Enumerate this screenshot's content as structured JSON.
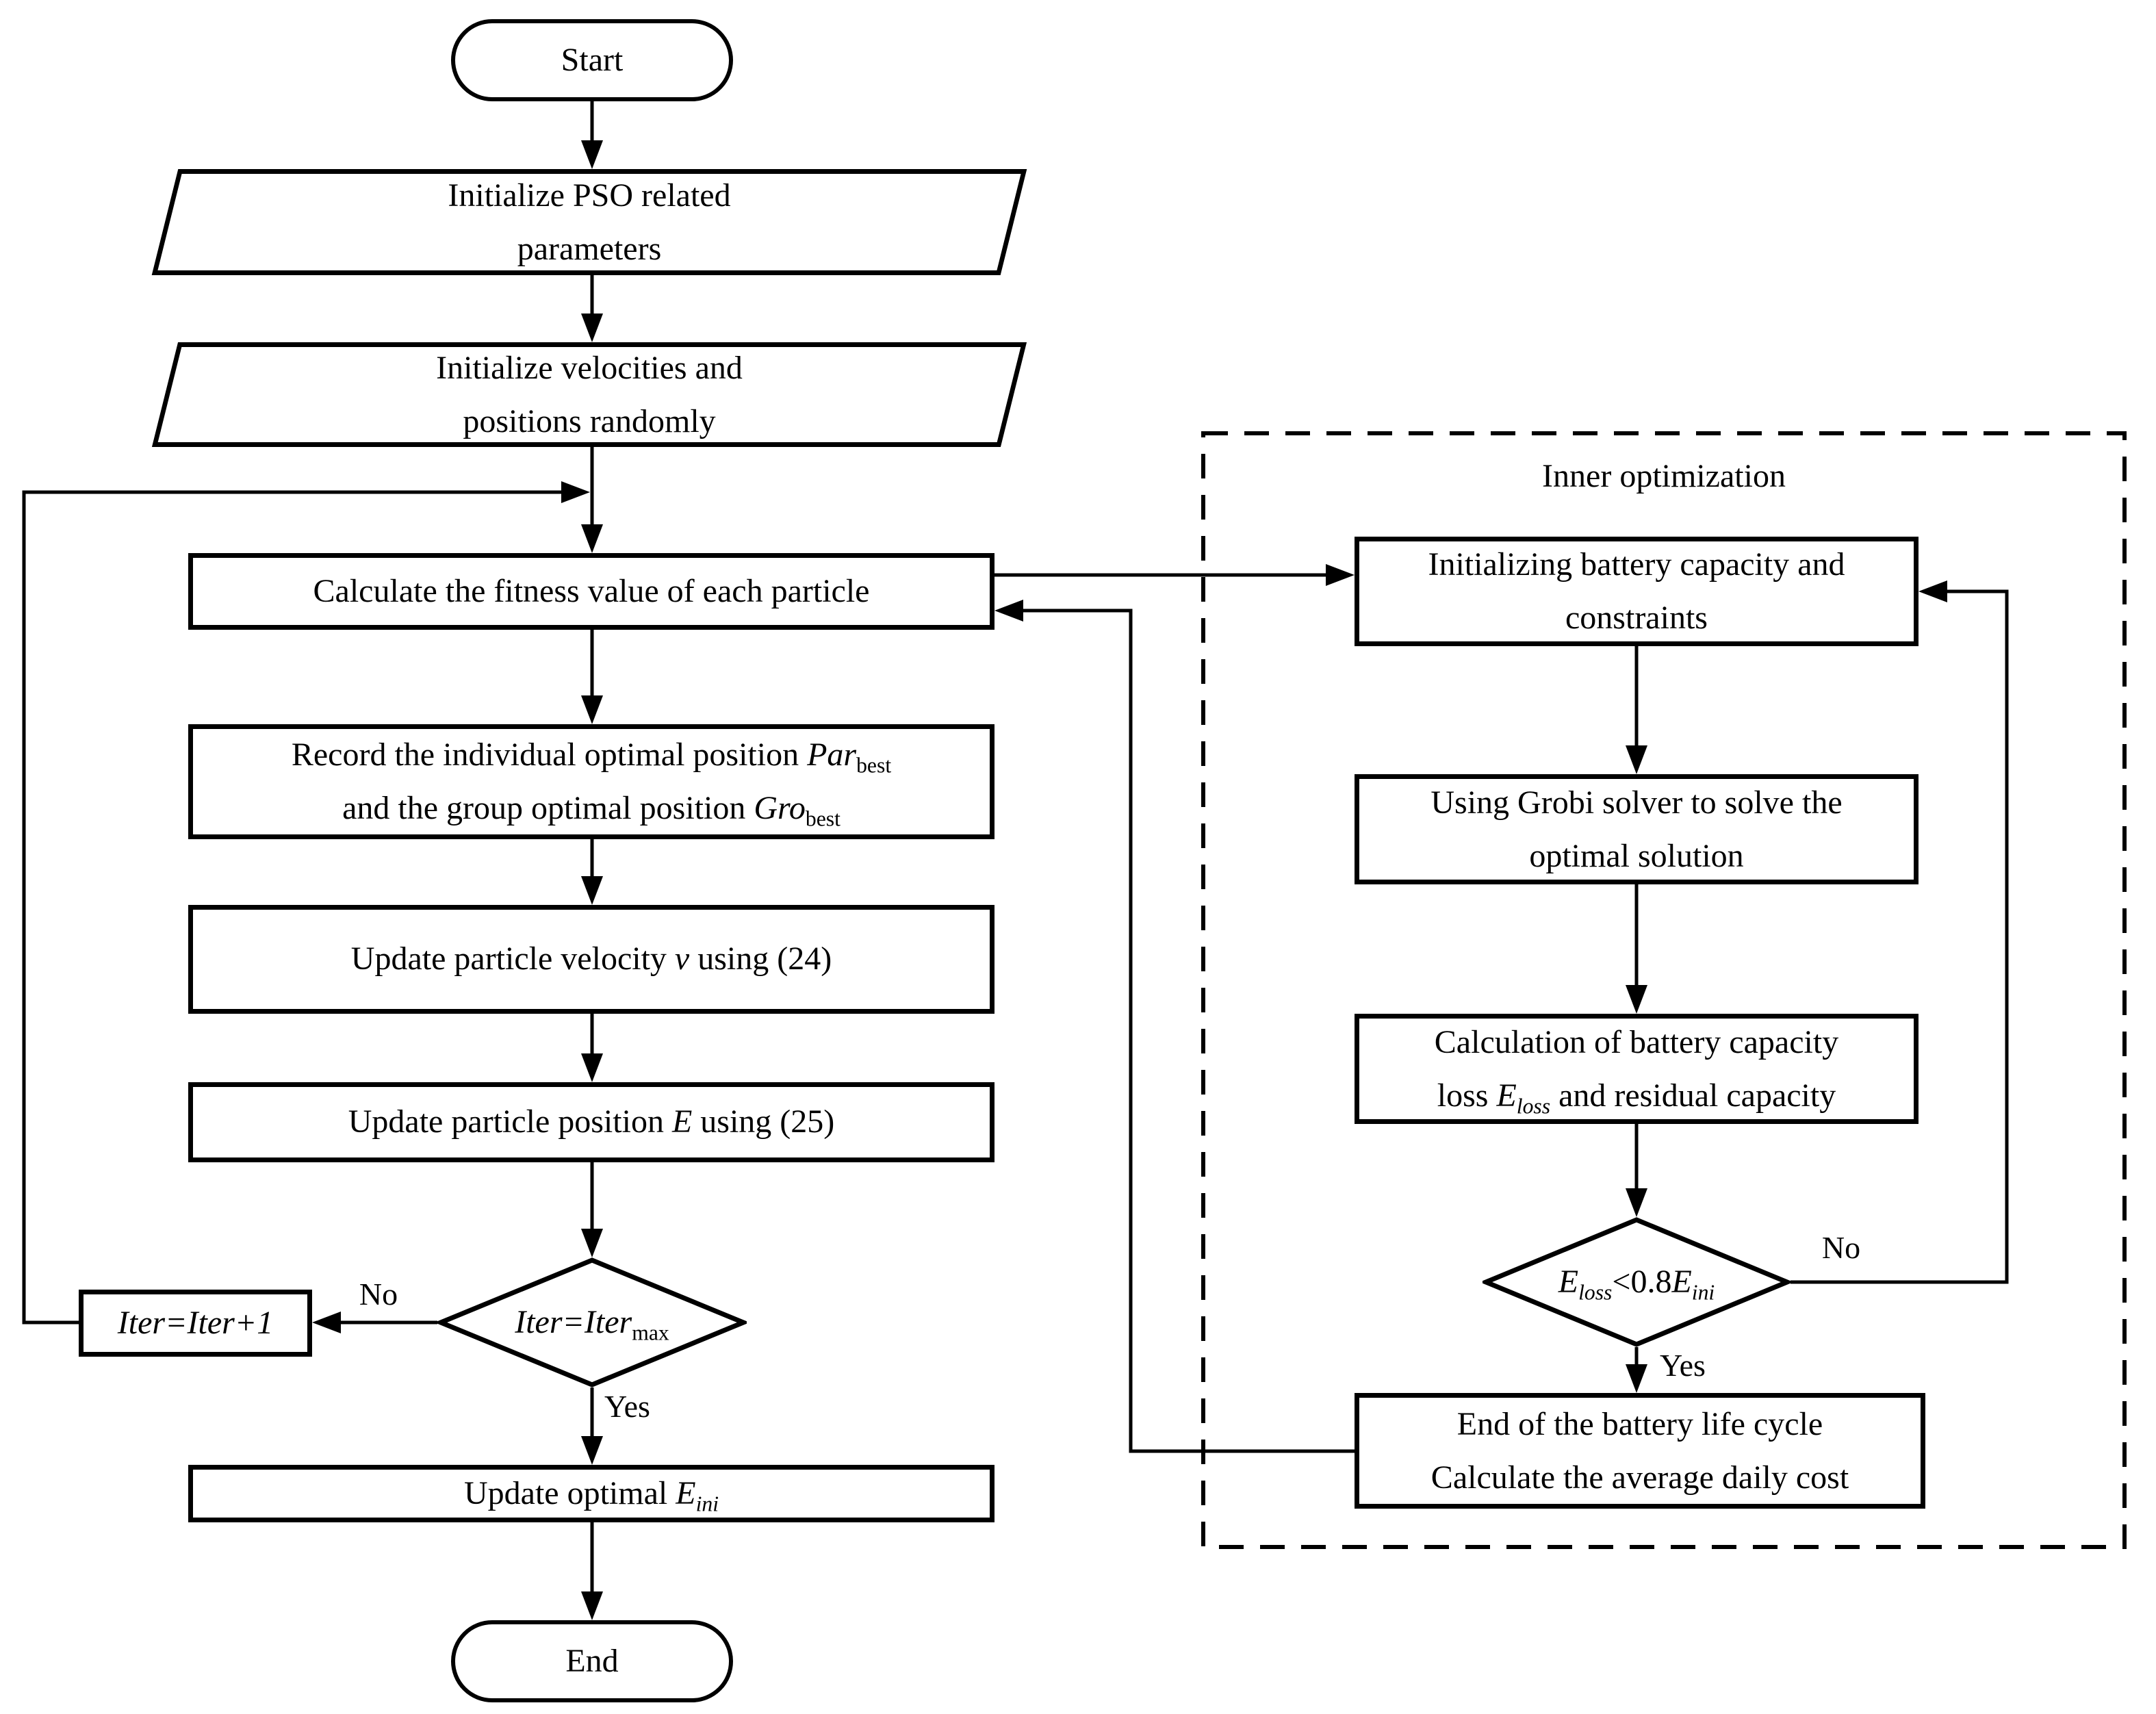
{
  "flowchart": {
    "start": {
      "label": "Start"
    },
    "init_pso": {
      "line1": "Initialize PSO related",
      "line2": "parameters"
    },
    "init_velocities": {
      "line1": "Initialize velocities and",
      "line2": "positions randomly"
    },
    "calc_fitness": {
      "label": "Calculate the fitness value of each particle"
    },
    "record_optimal": {
      "l1_pre": "Record the individual optimal position ",
      "l1_var": "Par",
      "l1_sub": "best",
      "l2_pre": "and the group optimal position ",
      "l2_var": "Gro",
      "l2_sub": "best"
    },
    "update_velocity": {
      "pre": "Update particle velocity ",
      "var": "v",
      "post": " using (24)"
    },
    "update_position": {
      "pre": "Update particle position ",
      "var": "E",
      "post": " using (25)"
    },
    "iter_decision": {
      "main": "Iter=Iter",
      "sub": "max"
    },
    "iter_increment": {
      "label": "Iter=Iter+1"
    },
    "labels": {
      "no_left": "No",
      "yes_left": "Yes",
      "no_right": "No",
      "yes_right": "Yes"
    },
    "update_optimal": {
      "pre": "Update optimal ",
      "var": "E",
      "sub": "ini"
    },
    "end": {
      "label": "End"
    },
    "inner": {
      "title": "Inner optimization",
      "init_battery": {
        "line1": "Initializing battery capacity and",
        "line2": "constraints"
      },
      "grobi_solver": {
        "line1": "Using Grobi solver to solve the",
        "line2": "optimal solution"
      },
      "calc_loss": {
        "line1": "Calculation of battery capacity",
        "l2_pre": "loss ",
        "l2_var": "E",
        "l2_sub": "loss",
        "l2_post": " and residual capacity"
      },
      "loss_decision": {
        "var1": "E",
        "sub1": "loss",
        "op": "<0.8",
        "var2": "E",
        "sub2": "ini"
      },
      "end_cycle": {
        "line1": "End of the battery life cycle",
        "line2": "Calculate the average daily cost"
      }
    }
  }
}
